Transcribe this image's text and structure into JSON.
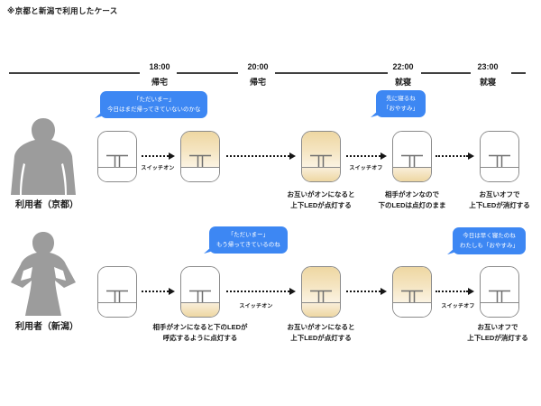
{
  "title": "※京都と新潟で利用したケース",
  "timeline": [
    {
      "time": "18:00",
      "event": "帰宅"
    },
    {
      "time": "20:00",
      "event": "帰宅"
    },
    {
      "time": "22:00",
      "event": "就寝"
    },
    {
      "time": "23:00",
      "event": "就寝"
    }
  ],
  "colors": {
    "bubble_blue": "#3d87f3",
    "led_lit_beige": "#eed7a2",
    "silhouette_gray": "#9c9c9c"
  },
  "kyoto": {
    "user_label": "利用者（京都）",
    "bubble_return": {
      "line1": "「ただいまー」",
      "line2": "今日はまだ帰ってきていないのかな"
    },
    "bubble_sleep": {
      "line1": "先に寝るね",
      "line2": "「おやすみ」"
    },
    "switch_on": "スイッチオン",
    "switch_off": "スイッチオフ",
    "devices": [
      {
        "state": "off"
      },
      {
        "state": "top"
      },
      {
        "state": "both",
        "caption1": "お互いがオンになると",
        "caption2": "上下LEDが点灯する"
      },
      {
        "state": "bottom",
        "caption1": "相手がオンなので",
        "caption2": "下のLEDは点灯のまま"
      },
      {
        "state": "off",
        "caption1": "お互いオフで",
        "caption2": "上下LEDが消灯する"
      }
    ]
  },
  "niigata": {
    "user_label": "利用者（新潟）",
    "bubble_return": {
      "line1": "「ただいまー」",
      "line2": "もう帰ってきているのね"
    },
    "bubble_sleep": {
      "line1": "今日は早く寝たのね",
      "line2": "わたしも「おやすみ」"
    },
    "switch_on": "スイッチオン",
    "switch_off": "スイッチオフ",
    "devices": [
      {
        "state": "off"
      },
      {
        "state": "bottom",
        "caption1": "相手がオンになると下のLEDが",
        "caption2": "呼応するように点灯する"
      },
      {
        "state": "both",
        "caption1": "お互いがオンになると",
        "caption2": "上下LEDが点灯する"
      },
      {
        "state": "top"
      },
      {
        "state": "off",
        "caption1": "お互いオフで",
        "caption2": "上下LEDが消灯する"
      }
    ]
  }
}
